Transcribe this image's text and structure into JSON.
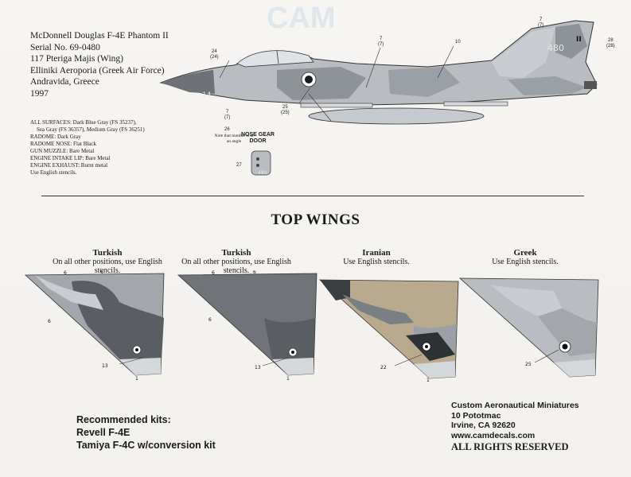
{
  "watermark": "CAM",
  "aircraft": {
    "type": "McDonnell Douglas F-4E Phantom II",
    "serial": "Serial No. 69-0480",
    "unit": "117 Pterigа Majis (Wing)",
    "air_force": "Elliniki Aeroporia (Greek Air Force)",
    "location": "Andravida, Greece",
    "year": "1997"
  },
  "colors": [
    "ALL SURFACES: Dark Blue Gray (FS 35237),",
    "Sea Gray (FS 36357), Medium Gray (FS 36251)",
    "RADOME: Dark Gray",
    "RADOME NOSE: Flat Black",
    "GUN MUZZLE: Bare Metal",
    "ENGINE INTAKE LIP: Bare Metal",
    "ENGINE EXHAUST: Burnt metal",
    "Use English stencils."
  ],
  "callouts": {
    "c24": [
      "24",
      "(24)"
    ],
    "c7": [
      "7",
      "(7)"
    ],
    "c10": "10",
    "c28": [
      "28",
      "(28)"
    ],
    "c25": [
      "25",
      "(25)"
    ],
    "c26": "26",
    "c27": "27"
  },
  "angle_note": "Note that number is at an angle",
  "nose_gear_door": {
    "line1": "NOSE GEAR",
    "line2": "DOOR"
  },
  "top_wings": {
    "title": "TOP WINGS",
    "wings": [
      {
        "name": "Turkish",
        "note": "On all other positions, use English stencils."
      },
      {
        "name": "Turkish",
        "note": "On all other positions, use English stencils."
      },
      {
        "name": "Iranian",
        "note": "Use English stencils."
      },
      {
        "name": "Greek",
        "note": "Use English stencils."
      }
    ]
  },
  "recommended": {
    "heading": "Recommended kits:",
    "kits": [
      "Revell F-4E",
      "Tamiya F-4C w/conversion kit"
    ]
  },
  "publisher": {
    "name": "Custom Aeronautical Miniatures",
    "street": "10 Pototmac",
    "city": "Irvine, CA  92620",
    "website": "www.camdecals.com",
    "rights": "ALL RIGHTS RESERVED"
  }
}
